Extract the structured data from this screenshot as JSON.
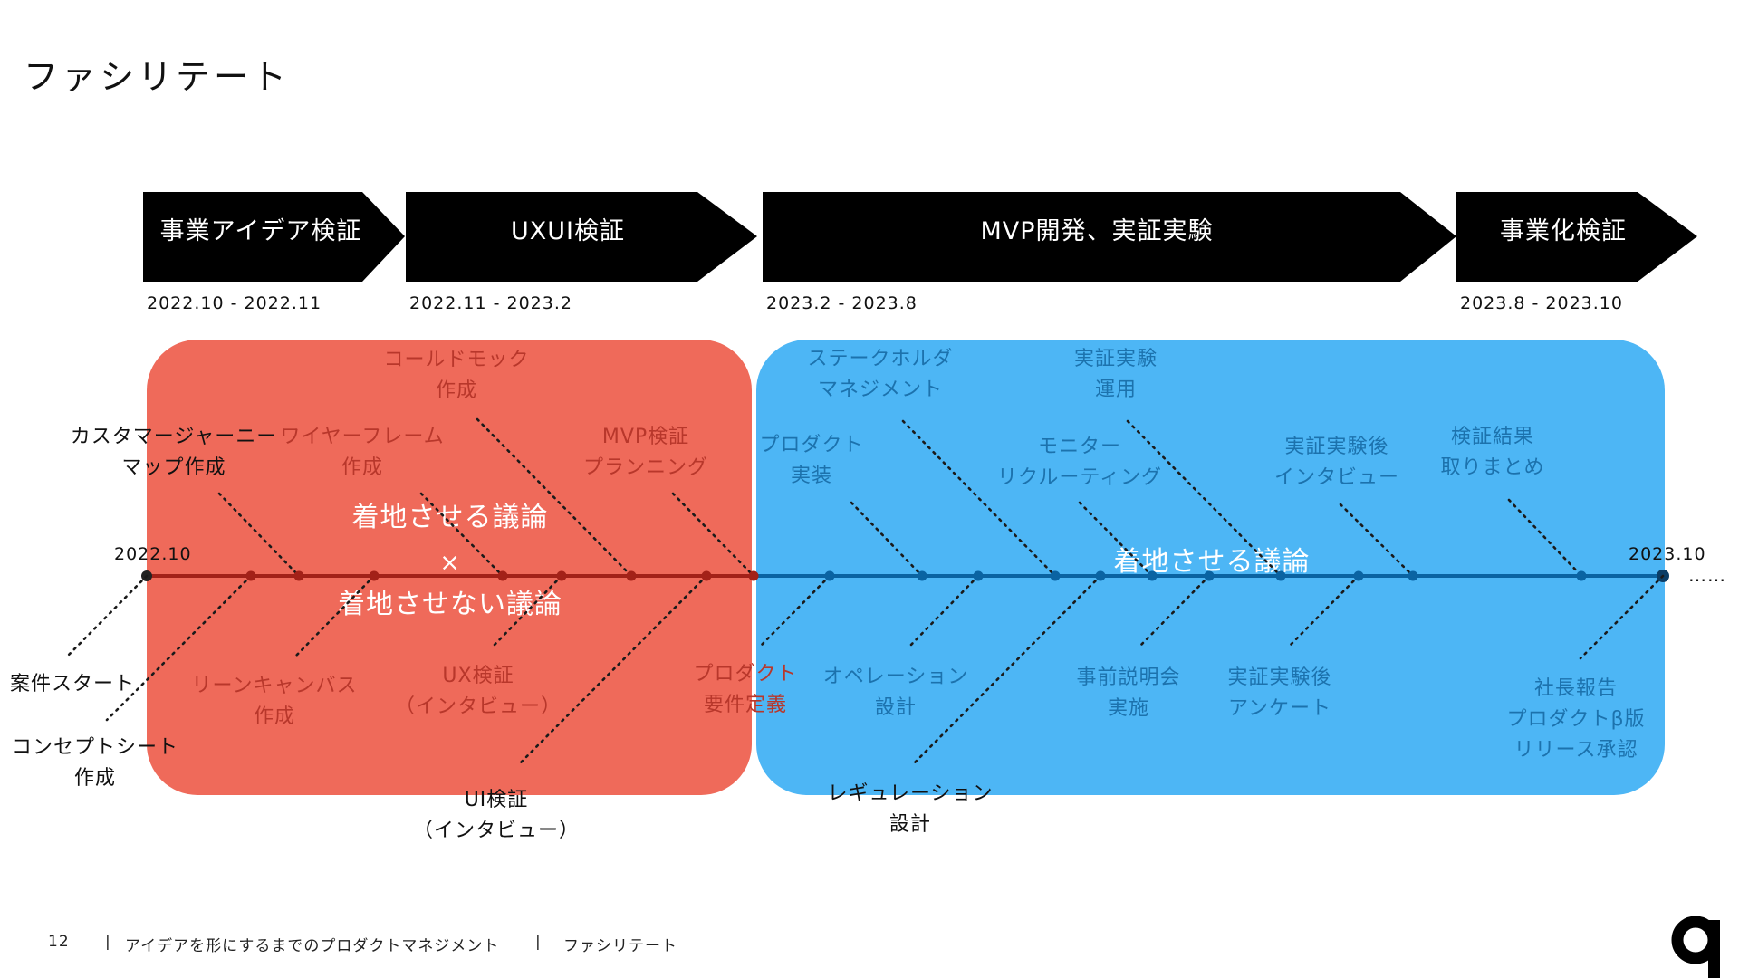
{
  "page": {
    "title": "ファシリテート",
    "footer": {
      "page_number": "12",
      "course": "アイデアを形にするまでのプロダクトマネジメント",
      "section": "ファシリテート",
      "separator": "|"
    }
  },
  "colors": {
    "red_zone": "#ef6a5a",
    "blue_zone": "#4db6f5",
    "red_axis": "#a32118",
    "blue_axis": "#0a63a2",
    "red_text": "#b8372b",
    "blue_text": "#1c72ad",
    "black": "#000000"
  },
  "phases": [
    {
      "label": "事業アイデア検証",
      "period": "2022.10 -  2022.11"
    },
    {
      "label": "UXUI検証",
      "period": "2022.11 -  2023.2"
    },
    {
      "label": "MVP開発、実証実験",
      "period": "2023.2 -  2023.8"
    },
    {
      "label": "事業化検証",
      "period": "2023.8 -  2023.10"
    }
  ],
  "timeline": {
    "start_label": "2022.10",
    "end_label": "2023.10",
    "continuation": "……"
  },
  "zones": {
    "red": {
      "line1": "着地させる議論",
      "line2": "×",
      "line3": "着地させない議論"
    },
    "blue": {
      "line1": "着地させる議論"
    }
  },
  "events": [
    {
      "name": "event-case-start",
      "lines": [
        "案件スタート"
      ],
      "color": "black"
    },
    {
      "name": "event-concept-sheet",
      "lines": [
        "コンセプトシート",
        "作成"
      ],
      "color": "black"
    },
    {
      "name": "event-customer-journey",
      "lines": [
        "カスタマージャーニー",
        "マップ作成"
      ],
      "color": "black"
    },
    {
      "name": "event-lean-canvas",
      "lines": [
        "リーンキャンバス",
        "作成"
      ],
      "color": "red"
    },
    {
      "name": "event-wireframe",
      "lines": [
        "ワイヤーフレーム",
        "作成"
      ],
      "color": "red"
    },
    {
      "name": "event-cold-mock",
      "lines": [
        "コールドモック",
        "作成"
      ],
      "color": "red"
    },
    {
      "name": "event-ux-test",
      "lines": [
        "UX検証",
        "（インタビュー）"
      ],
      "color": "red"
    },
    {
      "name": "event-ui-test",
      "lines": [
        "UI検証",
        "（インタビュー）"
      ],
      "color": "black"
    },
    {
      "name": "event-mvp-planning",
      "lines": [
        "MVP検証",
        "プランニング"
      ],
      "color": "red"
    },
    {
      "name": "event-product-requirements",
      "lines": [
        "プロダクト",
        "要件定義"
      ],
      "color": "red"
    },
    {
      "name": "event-product-implementation",
      "lines": [
        "プロダクト",
        "実装"
      ],
      "color": "blue"
    },
    {
      "name": "event-operation-design",
      "lines": [
        "オペレーション",
        "設計"
      ],
      "color": "blue"
    },
    {
      "name": "event-regulation-design",
      "lines": [
        "レギュレーション",
        "設計"
      ],
      "color": "black"
    },
    {
      "name": "event-stakeholder-management",
      "lines": [
        "ステークホルダ",
        "マネジメント"
      ],
      "color": "blue"
    },
    {
      "name": "event-monitor-recruiting",
      "lines": [
        "モニター",
        "リクルーティング"
      ],
      "color": "blue"
    },
    {
      "name": "event-pilot-operation",
      "lines": [
        "実証実験",
        "運用"
      ],
      "color": "blue"
    },
    {
      "name": "event-pre-briefing",
      "lines": [
        "事前説明会",
        "実施"
      ],
      "color": "blue"
    },
    {
      "name": "event-post-pilot-survey",
      "lines": [
        "実証実験後",
        "アンケート"
      ],
      "color": "blue"
    },
    {
      "name": "event-post-pilot-interview",
      "lines": [
        "実証実験後",
        "インタビュー"
      ],
      "color": "blue"
    },
    {
      "name": "event-results-summary",
      "lines": [
        "検証結果",
        "取りまとめ"
      ],
      "color": "blue"
    },
    {
      "name": "event-ceo-report",
      "lines": [
        "社長報告",
        "プロダクトβ版",
        "リリース承認"
      ],
      "color": "blue"
    }
  ]
}
